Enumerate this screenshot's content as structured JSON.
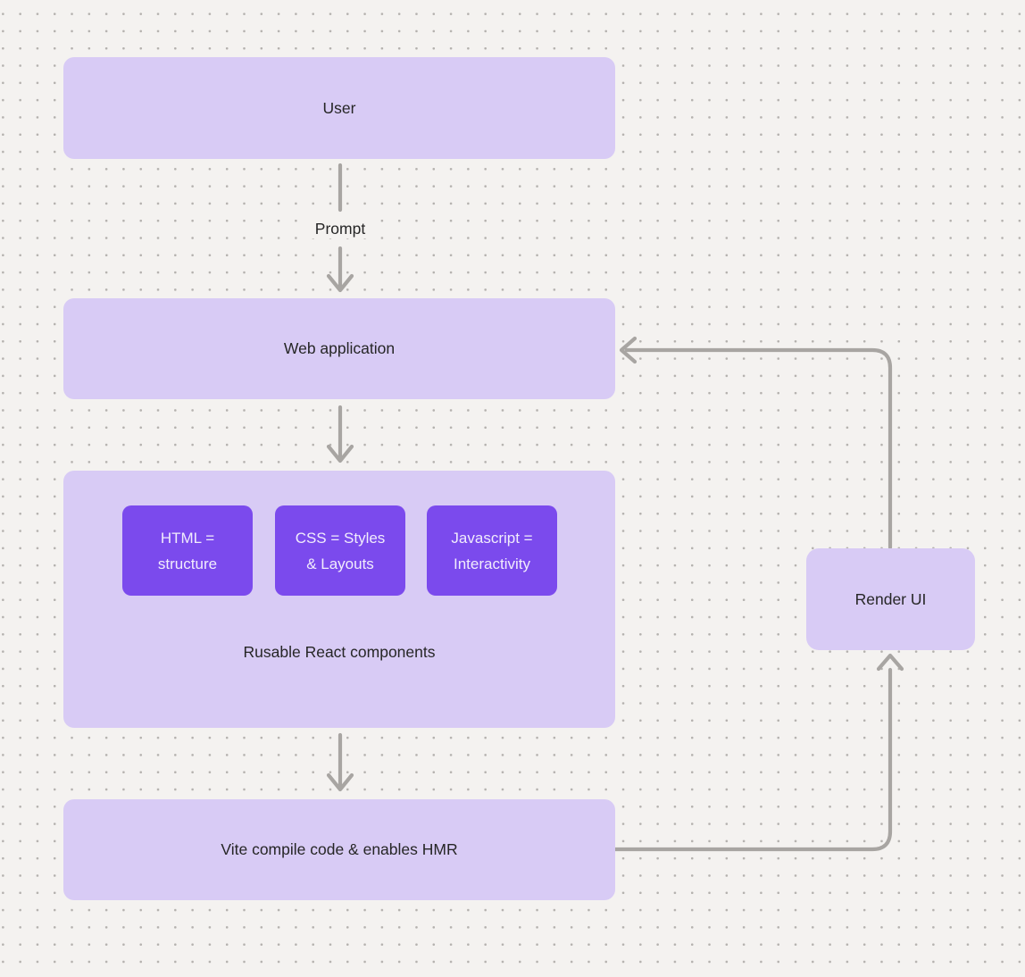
{
  "diagram": {
    "nodes": {
      "user": {
        "label": "User"
      },
      "web_application": {
        "label": "Web application"
      },
      "components_group": {
        "label": "Rusable React components"
      },
      "html": {
        "label": "HTML =\nstructure"
      },
      "css": {
        "label": "CSS = Styles\n& Layouts"
      },
      "javascript": {
        "label": "Javascript =\nInteractivity"
      },
      "vite": {
        "label": "Vite compile code & enables HMR"
      },
      "render_ui": {
        "label": "Render UI"
      }
    },
    "edge_labels": {
      "prompt": "Prompt"
    }
  },
  "colors": {
    "canvas_bg": "#f4f2f0",
    "canvas_dot": "#b4b1ae",
    "node_light": "#d8cbf5",
    "node_dark": "#7b4aed",
    "text_dark": "#262626",
    "text_light": "#f1ecfc",
    "connector": "#a8a5a2"
  }
}
